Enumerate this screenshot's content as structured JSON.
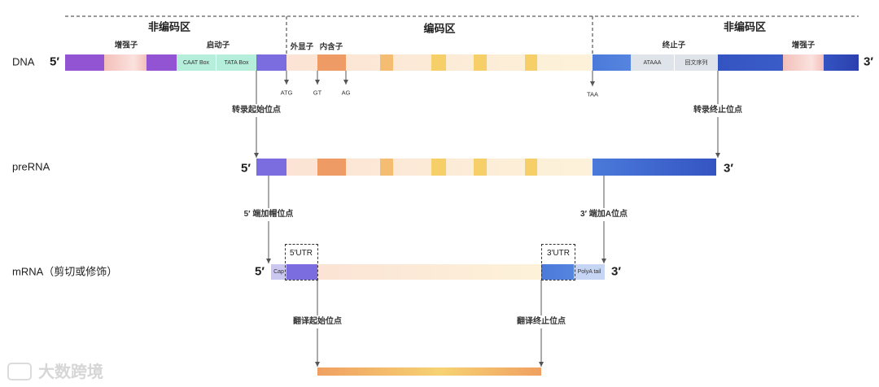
{
  "regions": {
    "left_noncoding": "非编码区",
    "coding": "编码区",
    "right_noncoding": "非编码区"
  },
  "rows": {
    "dna": "DNA",
    "prerna": "preRNA",
    "mrna": "mRNA（剪切或修饰）"
  },
  "ends": {
    "five": "5′",
    "three": "3′"
  },
  "dna": {
    "enhancer_left": "增强子",
    "promoter": "启动子",
    "caat": "CAAT Box",
    "tata": "TATA Box",
    "exon": "外显子",
    "intron": "内含子",
    "terminator": "终止子",
    "ataaa": "ATAAA",
    "palindrome": "回文序列",
    "enhancer_right": "增强子",
    "markers": {
      "atg": "ATG",
      "gt": "GT",
      "ag": "AG",
      "taa": "TAA"
    }
  },
  "sites": {
    "tx_start": "转录起始位点",
    "tx_end": "转录终止位点",
    "cap_site": "5′ 端加帽位点",
    "polya_site": "3′ 端加A位点",
    "tl_start": "翻译起始位点",
    "tl_end": "翻译终止位点"
  },
  "mrna": {
    "cap": "Cap",
    "utr5": "5′UTR",
    "utr3": "3′UTR",
    "polya": "PolyA tail"
  },
  "watermark": {
    "text": "大数跨境"
  },
  "colors": {
    "purple": "#9354d3",
    "enhancer_pink": "#f3bfba",
    "enhancer_pink_light": "#fbe2de",
    "promoter_teal": "#b6eedc",
    "lavender": "#7b6de0",
    "exon_peach": "#fce3d5",
    "exon_yellow": "#fdf2d9",
    "intron_orange": "#ef9b66",
    "intron_amber": "#f5bd72",
    "intron_yellow": "#f6cf68",
    "terminator_blue": "#4b7ada",
    "terminator_gray": "#dfe4ea",
    "downstream_blue": "#3454c2",
    "downstream_navy": "#2b40ae",
    "cap_lavender": "#cac7f1",
    "polya_blue": "#c7d5f4",
    "protein_orange": "#f0a062",
    "protein_yellow": "#f6d272"
  }
}
